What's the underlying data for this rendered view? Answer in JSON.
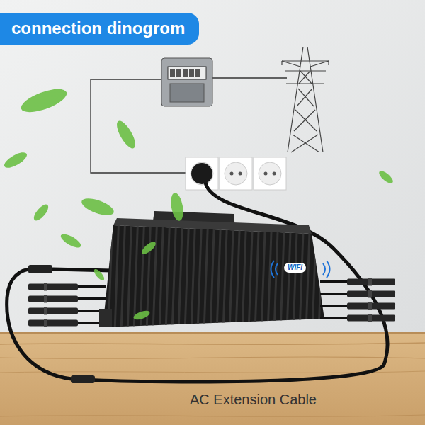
{
  "diagram": {
    "title": "connection dinogrom",
    "labels": [
      "WIFI",
      "AC Extension Cable"
    ]
  }
}
